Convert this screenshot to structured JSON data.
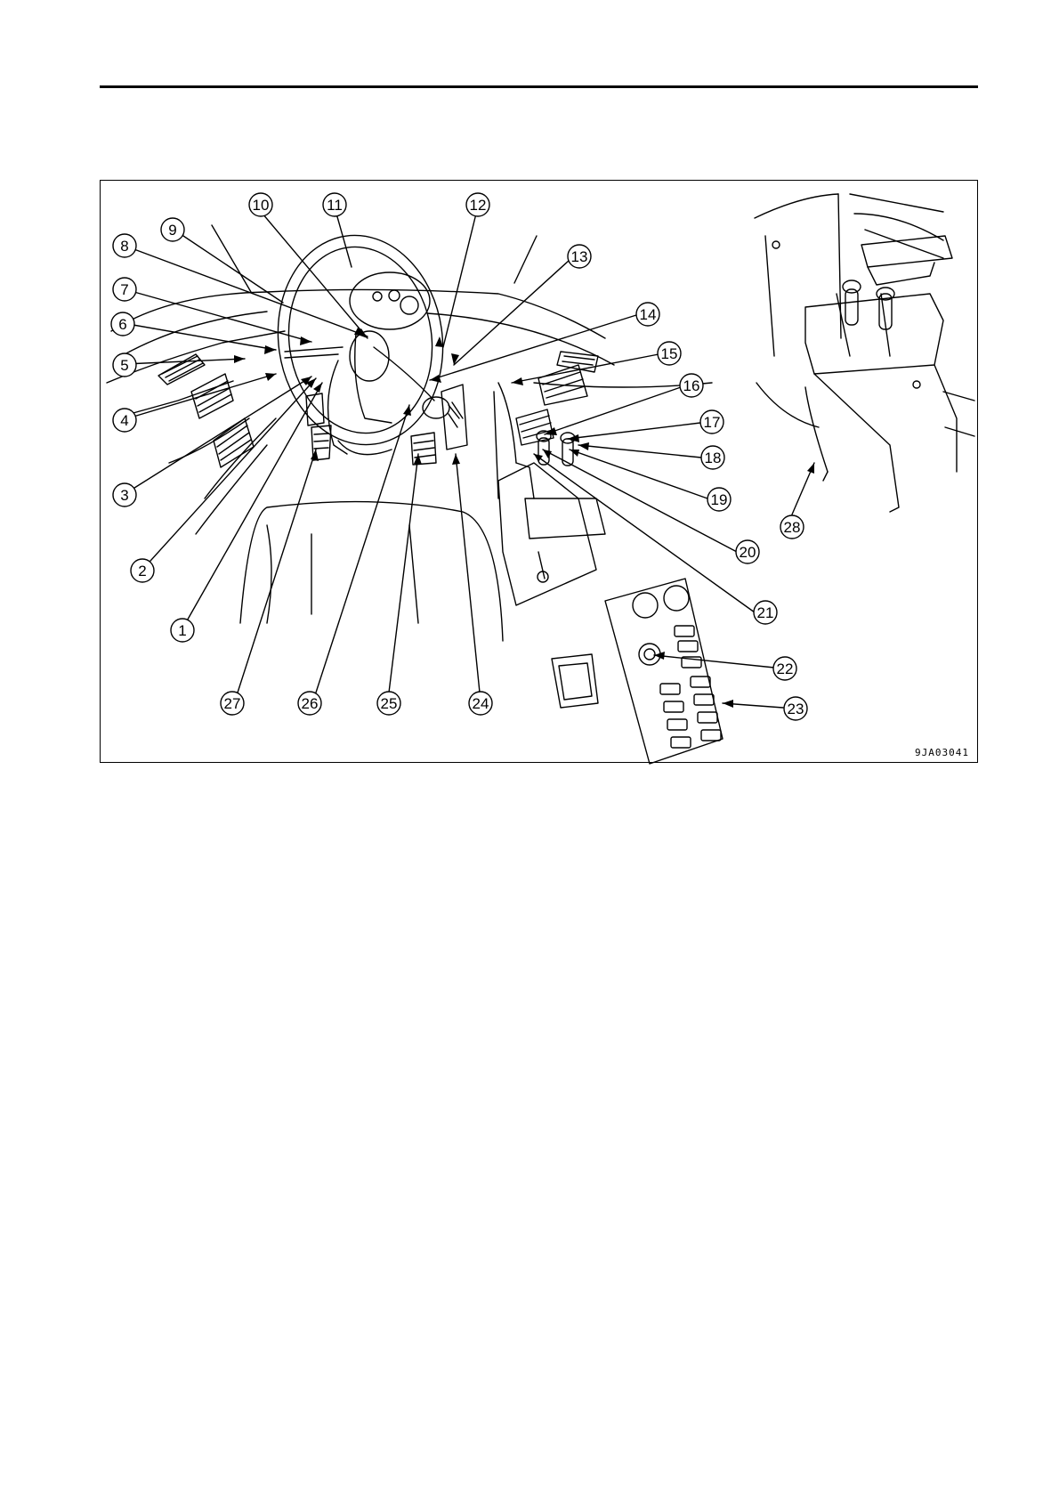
{
  "figure": {
    "code": "9JA03041",
    "callouts": [
      {
        "label": "1"
      },
      {
        "label": "2"
      },
      {
        "label": "3"
      },
      {
        "label": "4"
      },
      {
        "label": "5"
      },
      {
        "label": "6"
      },
      {
        "label": "7"
      },
      {
        "label": "8"
      },
      {
        "label": "9"
      },
      {
        "label": "10"
      },
      {
        "label": "11"
      },
      {
        "label": "12"
      },
      {
        "label": "13"
      },
      {
        "label": "14"
      },
      {
        "label": "15"
      },
      {
        "label": "16"
      },
      {
        "label": "17"
      },
      {
        "label": "18"
      },
      {
        "label": "19"
      },
      {
        "label": "20"
      },
      {
        "label": "21"
      },
      {
        "label": "22"
      },
      {
        "label": "23"
      },
      {
        "label": "24"
      },
      {
        "label": "25"
      },
      {
        "label": "26"
      },
      {
        "label": "27"
      },
      {
        "label": "28"
      }
    ]
  }
}
